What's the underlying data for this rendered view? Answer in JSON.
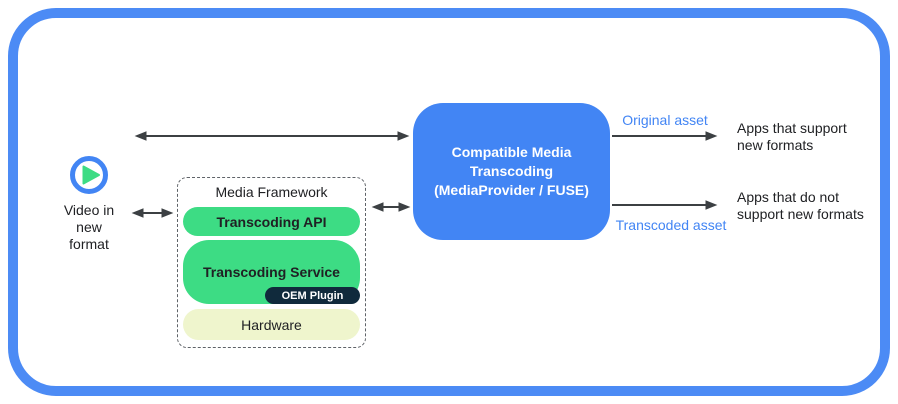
{
  "colors": {
    "frame_blue": "#4c8bf5",
    "transcoder_blue": "#4285f4",
    "android_green": "#3ddc84",
    "oem_dark_navy": "#102a3c",
    "hardware_yellow_green": "#eff5cd",
    "arrow_gray": "#3c4043",
    "asset_label_blue": "#4285f4"
  },
  "source": {
    "icon": "play-icon",
    "label": "Video in\nnew\nformat"
  },
  "framework": {
    "title": "Media Framework",
    "layers": [
      {
        "label": "Transcoding API"
      },
      {
        "label": "Transcoding Service",
        "plugin": "OEM Plugin"
      },
      {
        "label": "Hardware"
      }
    ]
  },
  "transcoder": {
    "label": "Compatible Media\nTranscoding\n(MediaProvider / FUSE)"
  },
  "outputs": [
    {
      "arrow_label": "Original asset",
      "target": "Apps that support\nnew formats"
    },
    {
      "arrow_label": "Transcoded asset",
      "target": "Apps that do not\nsupport new formats"
    }
  ]
}
